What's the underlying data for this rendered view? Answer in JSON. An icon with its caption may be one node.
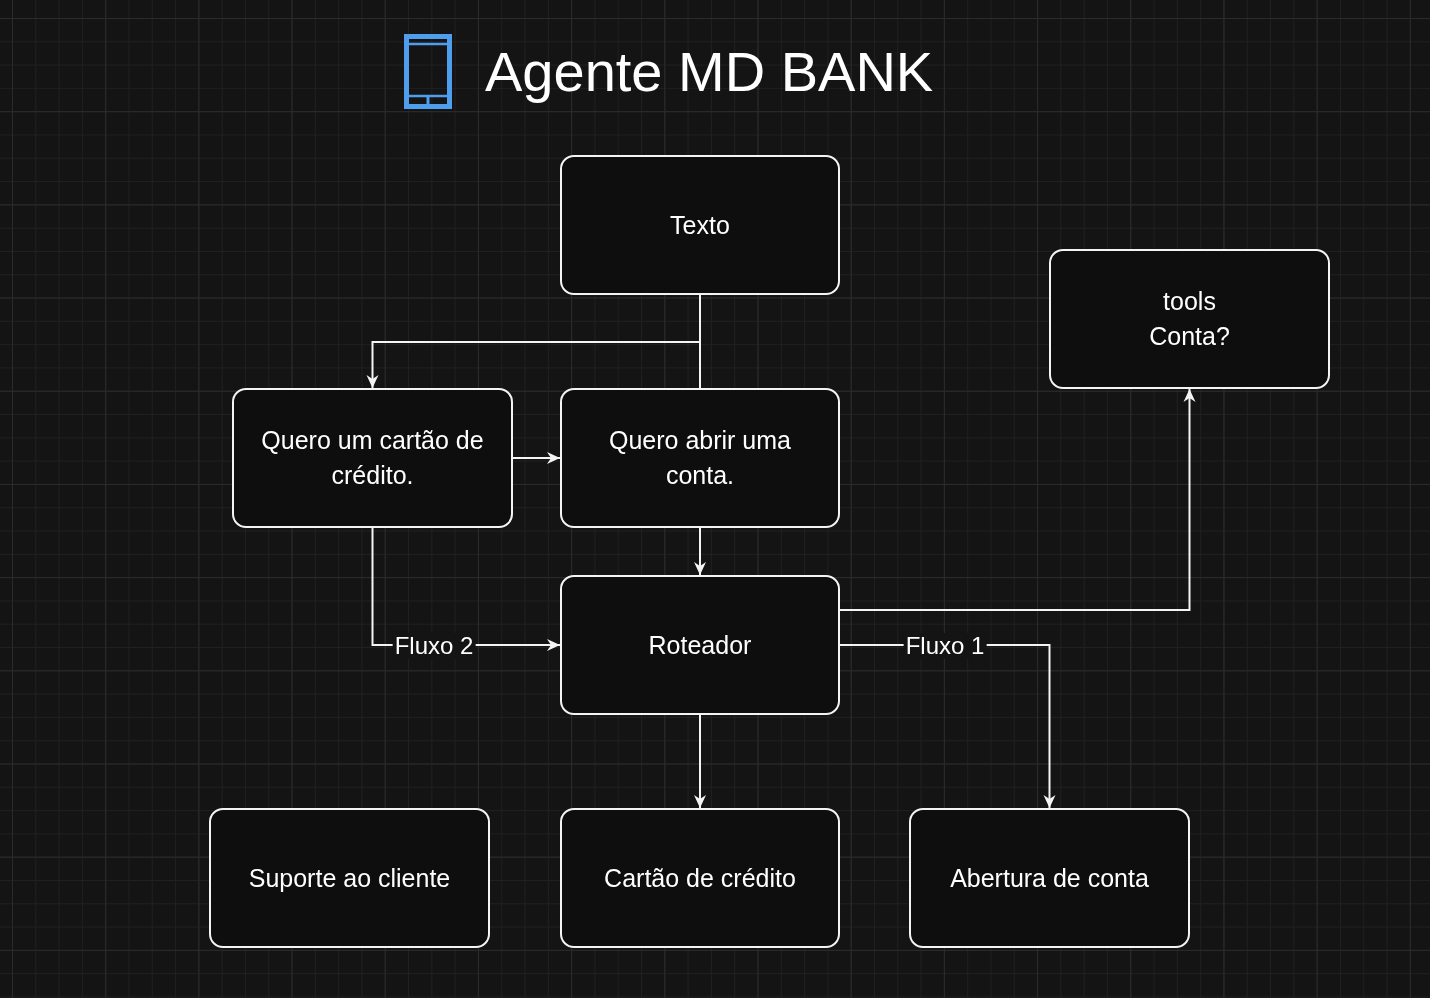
{
  "diagram": {
    "title": "Agente MD BANK",
    "nodes": [
      {
        "text": [
          "Texto"
        ]
      },
      {
        "text": [
          "tools Conta?"
        ]
      },
      {
        "text": [
          "Quero um cartão de crédito."
        ]
      },
      {
        "text": [
          "Quero abrir uma conta."
        ]
      },
      {
        "text": [
          "Roteador"
        ]
      },
      {
        "text": [
          "Suporte ao cliente"
        ]
      },
      {
        "text": [
          "Cartão de crédito"
        ]
      },
      {
        "text": [
          "Abertura de conta"
        ]
      }
    ],
    "edges": [
      {
        "from": 0,
        "to": 2,
        "arrow": "to"
      },
      {
        "from": 0,
        "to": 3,
        "arrow": "none"
      },
      {
        "from": 2,
        "to": 3,
        "arrow": "to"
      },
      {
        "from": 3,
        "to": 4,
        "arrow": "to"
      },
      {
        "from": 2,
        "to": 4,
        "arrow": "to",
        "label": "Fluxo 2"
      },
      {
        "from": 4,
        "to": 1,
        "arrow": "to"
      },
      {
        "from": 4,
        "to": 7,
        "arrow": "to",
        "label": "Fluxo 1"
      },
      {
        "from": 4,
        "to": 6,
        "arrow": "to"
      }
    ]
  }
}
